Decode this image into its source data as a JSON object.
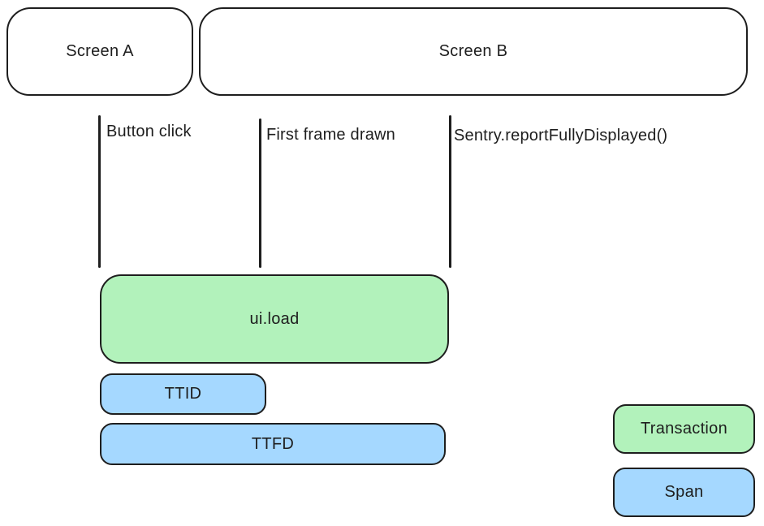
{
  "colors": {
    "transaction": "#b2f2bb",
    "span": "#a5d8ff",
    "stroke": "#1e1e1e",
    "background": "#ffffff"
  },
  "screens": [
    {
      "label": "Screen A"
    },
    {
      "label": "Screen B"
    }
  ],
  "events": [
    {
      "label": "Button click"
    },
    {
      "label": "First frame drawn"
    },
    {
      "label": "Sentry.reportFullyDisplayed()"
    }
  ],
  "bars": [
    {
      "label": "ui.load",
      "kind": "transaction"
    },
    {
      "label": "TTID",
      "kind": "span"
    },
    {
      "label": "TTFD",
      "kind": "span"
    }
  ],
  "legend": [
    {
      "label": "Transaction",
      "kind": "transaction"
    },
    {
      "label": "Span",
      "kind": "span"
    }
  ]
}
